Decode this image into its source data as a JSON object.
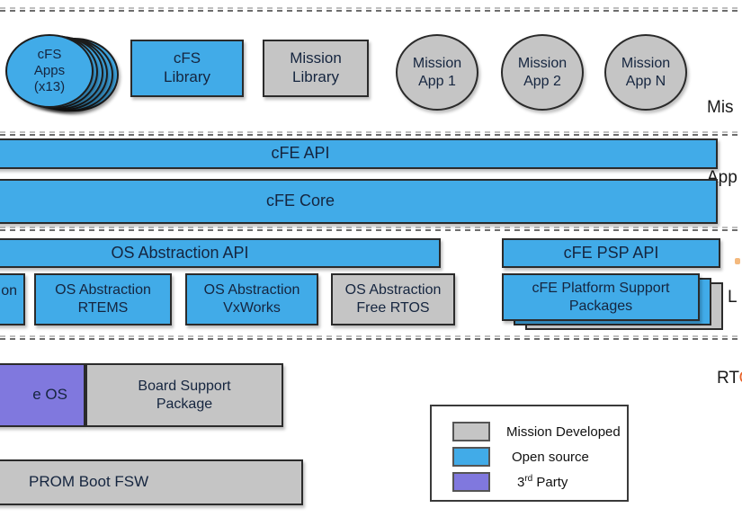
{
  "diagram": {
    "apps_row": {
      "cfs_apps_stack": {
        "line1": "cFS",
        "line2": "Apps",
        "line3": "(x13)"
      },
      "cfs_library": {
        "line1": "cFS",
        "line2": "Library"
      },
      "mission_library": {
        "line1": "Mission",
        "line2": "Library"
      },
      "mission_apps": [
        {
          "line1": "Mission",
          "line2": "App 1"
        },
        {
          "line1": "Mission",
          "line2": "App 2"
        },
        {
          "line1": "Mission",
          "line2": "App N"
        }
      ],
      "right_label_clipped": {
        "line1": "Mis",
        "line2": "App"
      }
    },
    "bars": {
      "cfe_api": "cFE API",
      "cfe_core": "cFE Core",
      "os_abstraction_api": "OS Abstraction API",
      "cfe_psp_api": "cFE PSP API"
    },
    "os_boxes": {
      "clipped_left_fragment": "on",
      "rtems": {
        "line1": "OS Abstraction",
        "line2": "RTEMS"
      },
      "vxworks": {
        "line1": "OS Abstraction",
        "line2": "VxWorks"
      },
      "freertos": {
        "line1": "OS Abstraction",
        "line2": "Free RTOS"
      }
    },
    "psp_stack": {
      "line1": "cFE Platform Support",
      "line2": "Packages"
    },
    "right_label_l_clipped": "L",
    "bottom_row": {
      "third_party_os_clipped_fragment": "e OS",
      "board_support_package": {
        "line1": "Board Support",
        "line2": "Package"
      },
      "right_label_rt_clipped": "RT",
      "right_label_rt_partial_letter": "O"
    },
    "prom_boot": "PROM Boot FSW",
    "legend": {
      "items": [
        {
          "label": "Mission Developed",
          "color": "#C5C5C5"
        },
        {
          "label": "Open source",
          "color": "#41ABE8"
        },
        {
          "num": "3",
          "sup": "rd",
          "rest": " Party",
          "color": "#8078DE"
        }
      ]
    },
    "colors": {
      "open_source_blue": "#41ABE8",
      "mission_developed_gray": "#C5C5C5",
      "third_party_purple": "#8078DE",
      "clipped_orange_text": "#E8632A"
    }
  }
}
